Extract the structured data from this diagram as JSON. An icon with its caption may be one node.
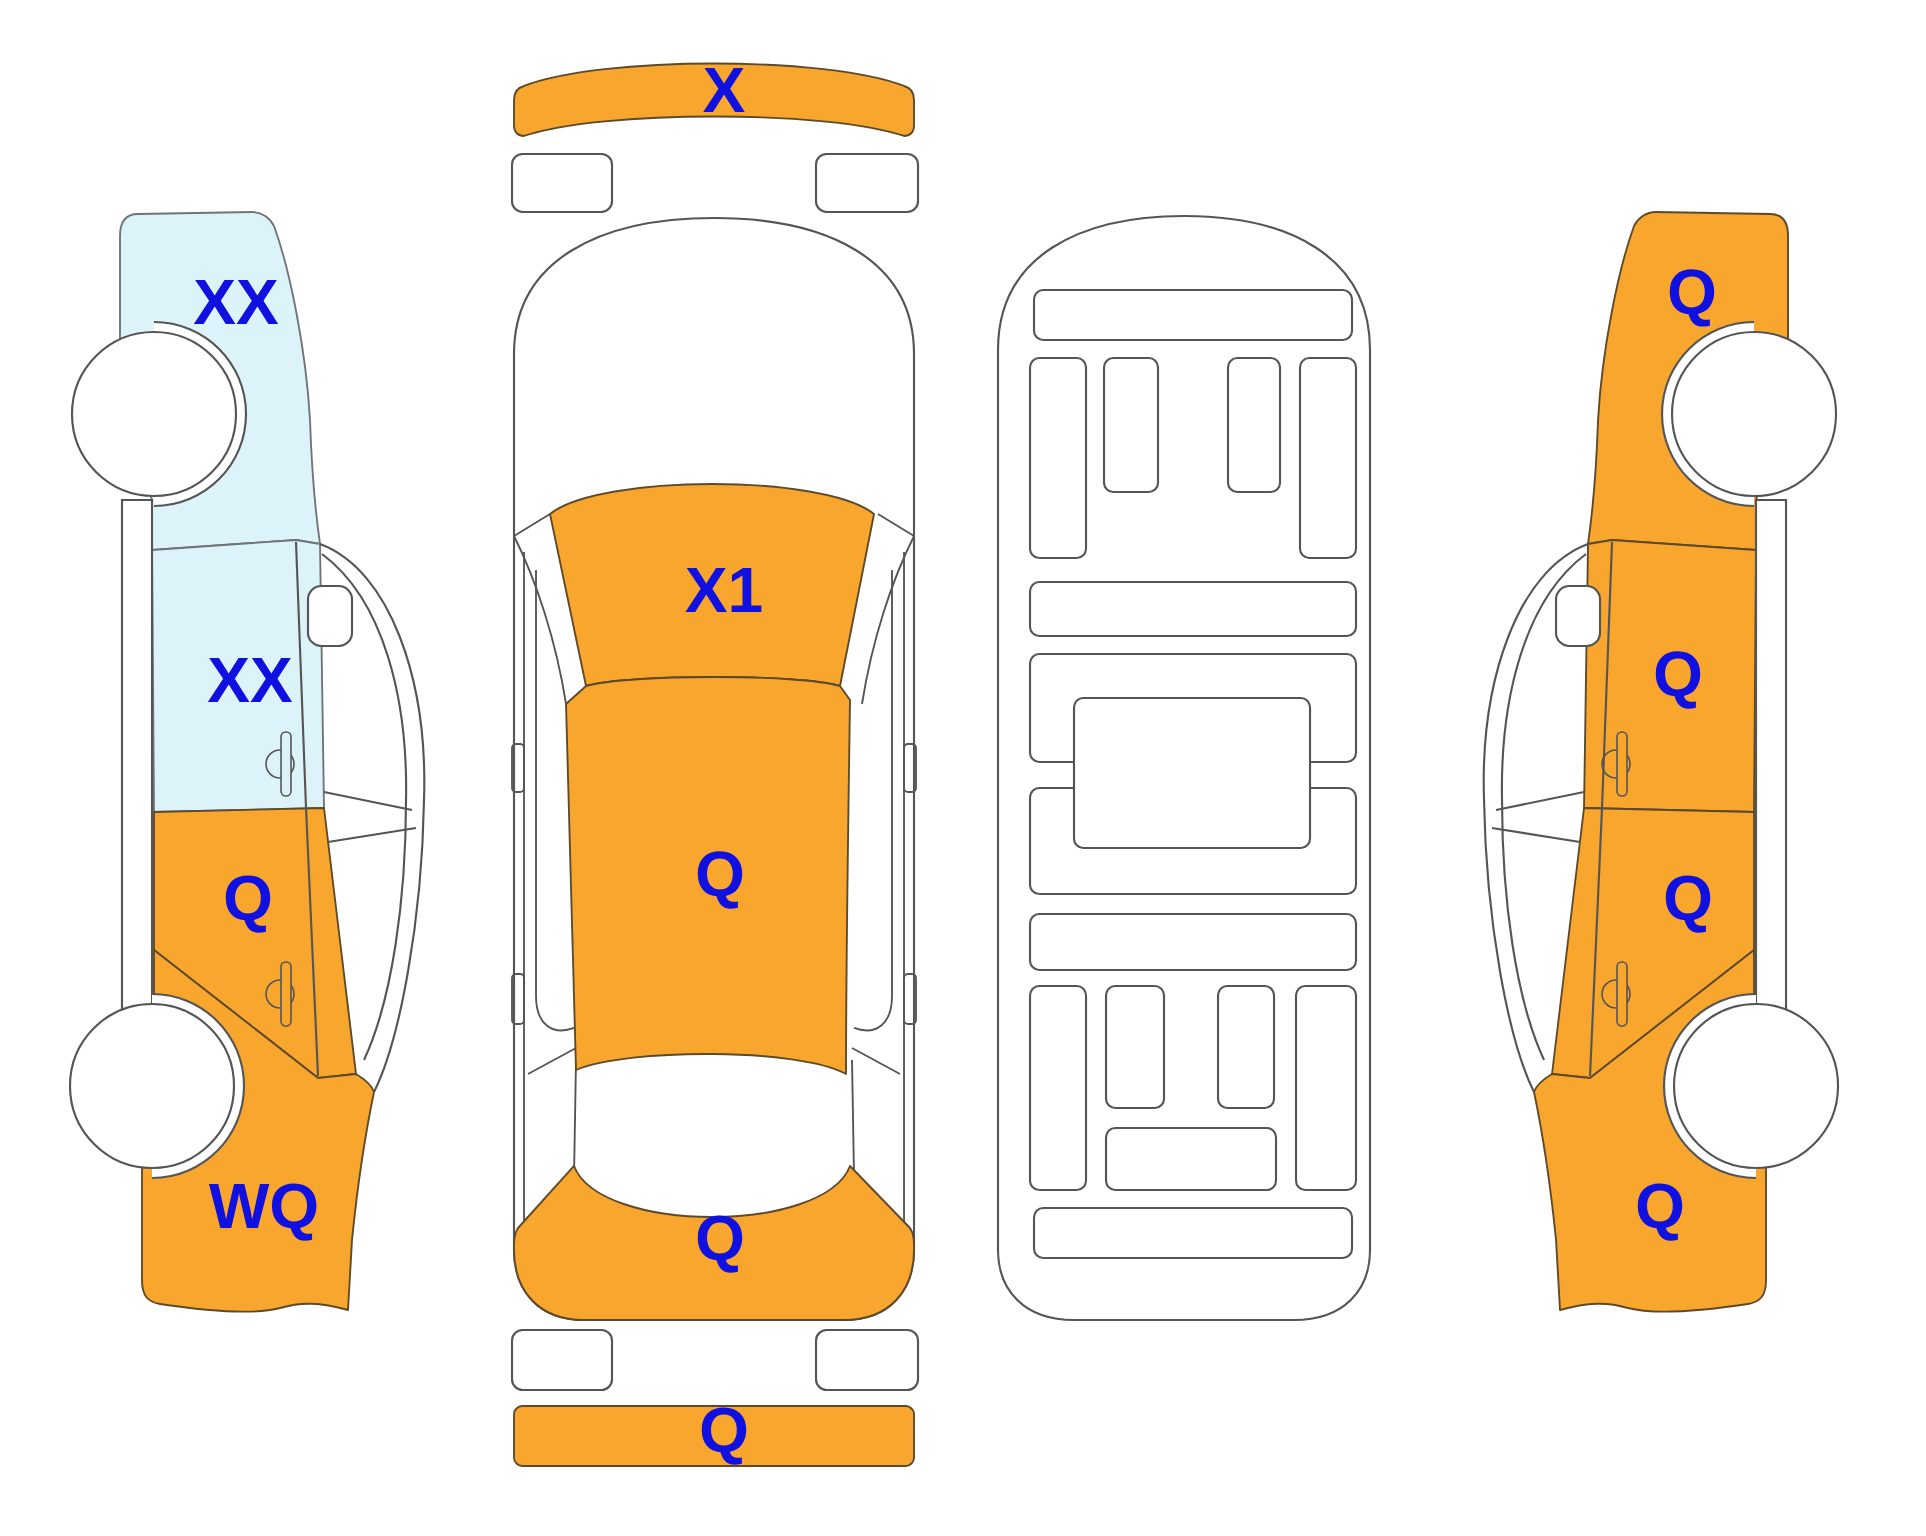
{
  "diagram": {
    "nodes": [
      {
        "text": [
          "XX"
        ]
      },
      {
        "text": [
          "XX"
        ]
      },
      {
        "text": [
          "Q"
        ]
      },
      {
        "text": [
          "WQ"
        ]
      },
      {
        "text": [
          "X"
        ]
      },
      {
        "text": [
          "X1"
        ]
      },
      {
        "text": [
          "Q"
        ]
      },
      {
        "text": [
          "Q"
        ]
      },
      {
        "text": [
          "Q"
        ]
      },
      {
        "text": [
          "Q"
        ]
      },
      {
        "text": [
          "Q"
        ]
      },
      {
        "text": [
          "Q"
        ]
      },
      {
        "text": [
          "Q"
        ]
      }
    ]
  }
}
